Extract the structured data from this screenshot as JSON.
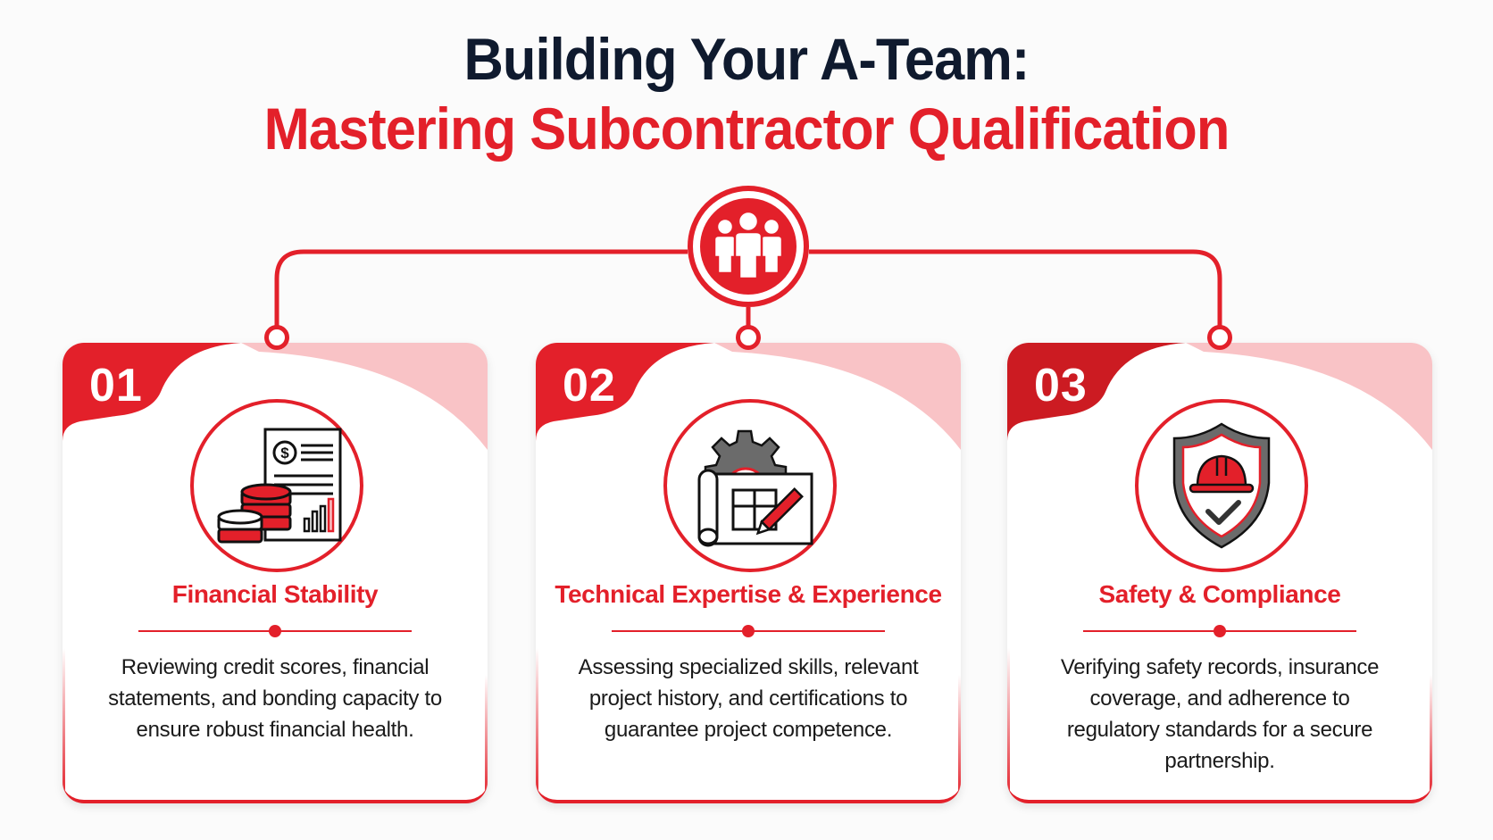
{
  "header": {
    "title_line1": "Building Your A-Team:",
    "title_line2": "Mastering Subcontractor Qualification"
  },
  "hub": {
    "icon": "team-icon"
  },
  "colors": {
    "accent": "#e3202a",
    "title_dark": "#0f1a2e",
    "body_text": "#1a1a1a",
    "accent_light": "#f9c3c6",
    "icon_gray": "#6b6b6b"
  },
  "cards": [
    {
      "number": "01",
      "icon": "financial-document-coins-icon",
      "title": "Financial Stability",
      "description": "Reviewing credit scores, financial statements, and bonding capacity to ensure robust financial health."
    },
    {
      "number": "02",
      "icon": "gear-blueprint-pencil-icon",
      "title": "Technical Expertise & Experience",
      "description": "Assessing specialized skills, relevant project history, and certifications to guarantee project competence."
    },
    {
      "number": "03",
      "icon": "shield-hardhat-check-icon",
      "title": "Safety & Compliance",
      "description": "Verifying safety records, insurance coverage, and adherence to regulatory standards for a secure partnership."
    }
  ]
}
